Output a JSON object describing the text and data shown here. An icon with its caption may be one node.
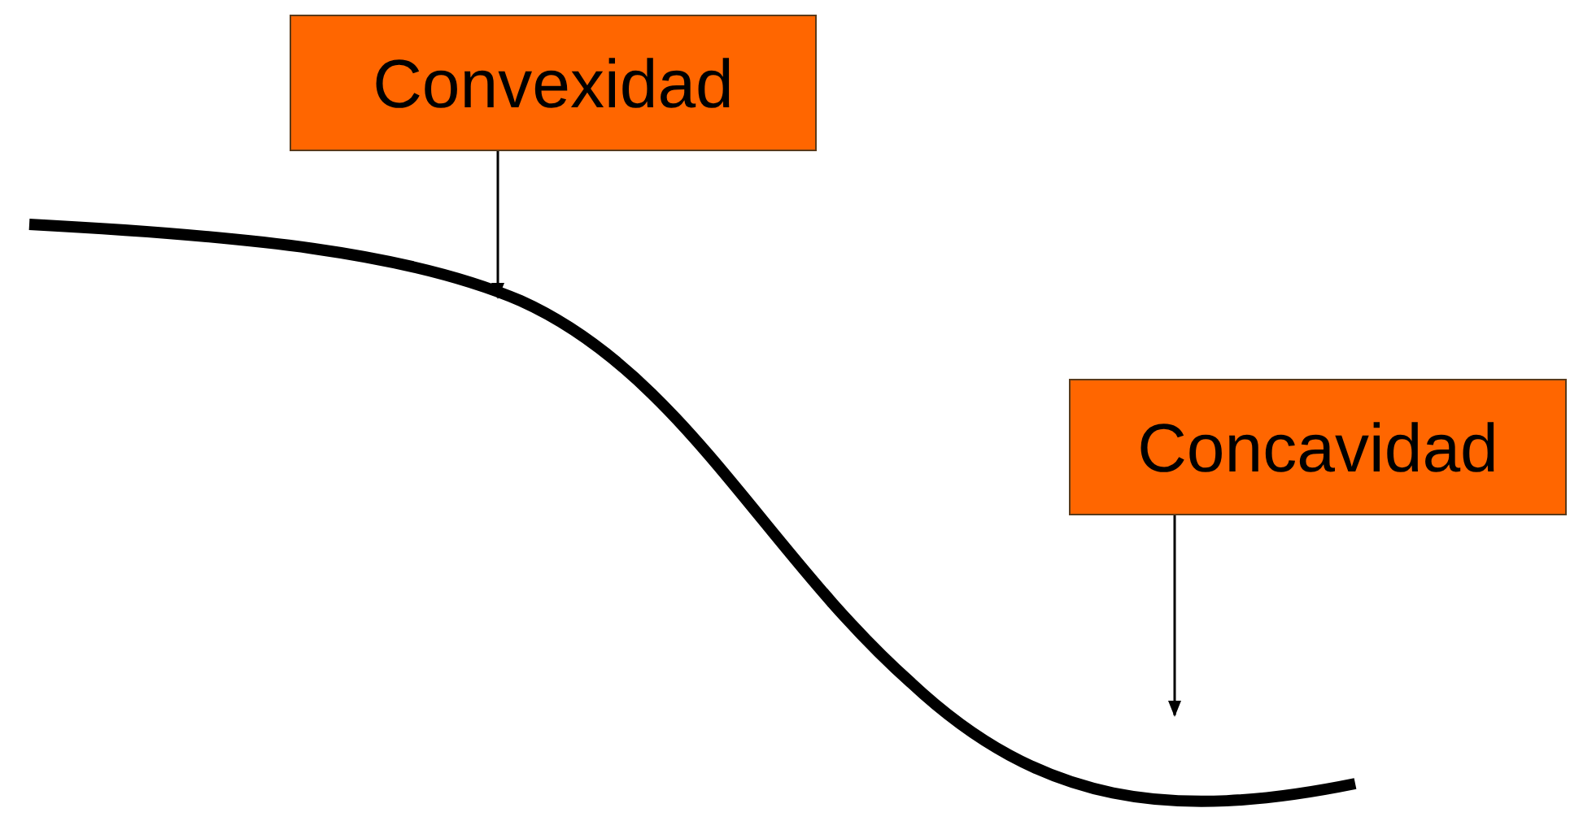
{
  "diagram": {
    "nodes": [
      {
        "text": [
          "Convexidad"
        ]
      },
      {
        "text": [
          "Concavidad"
        ]
      },
      {
        "text": [],
        "shape": "curve"
      }
    ],
    "edges": [
      {
        "from": 0,
        "to": 2,
        "arrow": "to"
      },
      {
        "from": 1,
        "to": 2,
        "arrow": "to"
      }
    ]
  }
}
